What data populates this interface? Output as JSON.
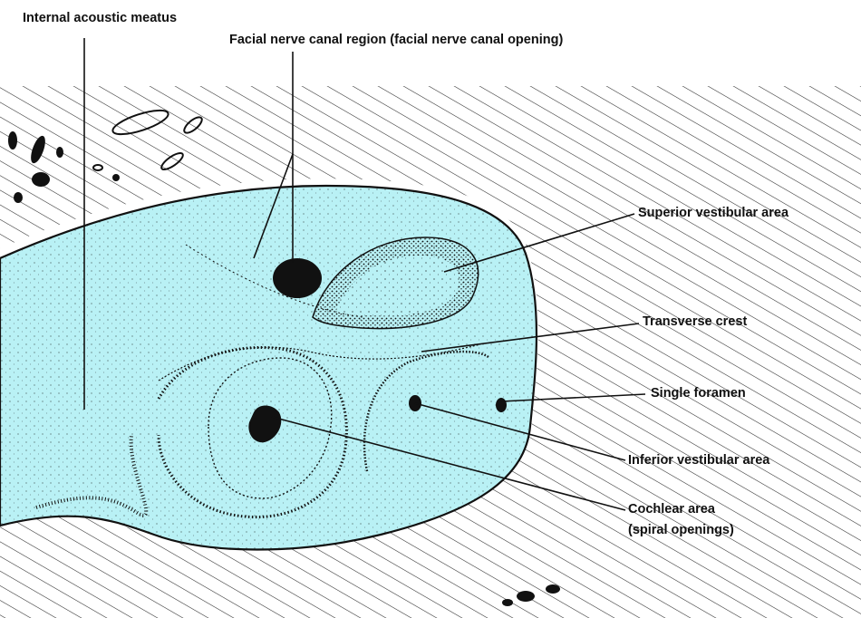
{
  "colors": {
    "meatus_fill": "#b9f1f5",
    "ink": "#111111",
    "background": "#ffffff"
  },
  "labels": {
    "internal_acoustic_meatus": "Internal acoustic meatus",
    "facial_nerve_canal": "Facial nerve canal region (facial nerve canal opening)",
    "superior_vestibular_area": "Superior vestibular area",
    "transverse_crest": "Transverse crest",
    "single_foramen": "Single foramen",
    "inferior_vestibular_area": "Inferior vestibular area",
    "cochlear_area_line1": "Cochlear area",
    "cochlear_area_line2": "(spiral openings)"
  }
}
